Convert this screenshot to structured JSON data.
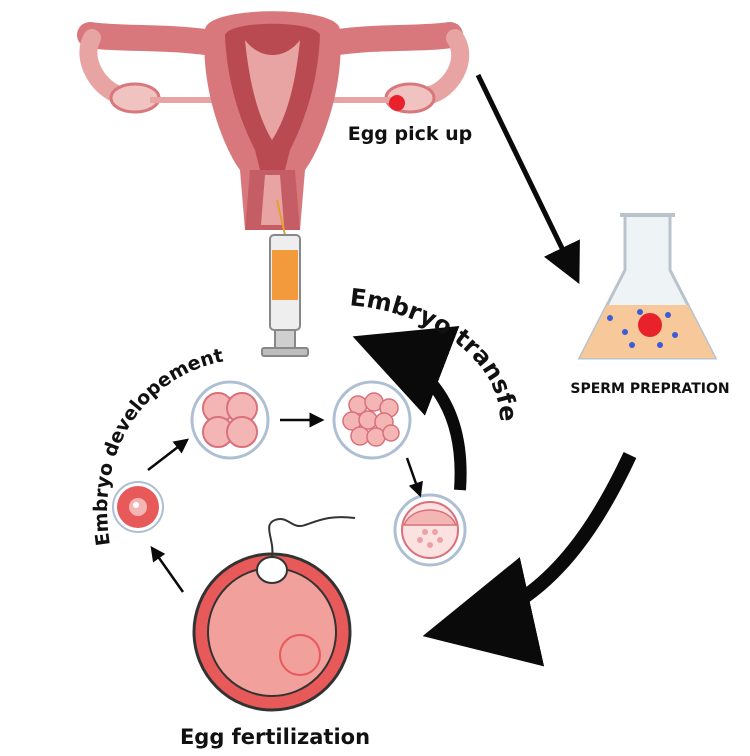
{
  "labels": {
    "egg_pick_up": "Egg pick up",
    "sperm_preparation": "SPERM PREPRATION",
    "embryo_transfer": "Embryo transfer",
    "embryo_development": "Embryo developement",
    "egg_fertilization": "Egg fertilization"
  },
  "colors": {
    "uterus_light": "#e8a3a3",
    "uterus_mid": "#d8787c",
    "uterus_dark": "#b94a52",
    "cell_pink": "#f4b6b4",
    "cell_stroke": "#d9707a",
    "egg_red": "#e85a5a",
    "membrane": "#aebfd3",
    "flask_liquid": "#f7c89a",
    "sperm_blue": "#3b5bd9",
    "accent_red": "#e8212b",
    "arrow": "#0a0a0a"
  },
  "icons": {
    "uterus": "uterus-icon",
    "syringe": "syringe-icon",
    "flask": "flask-icon",
    "egg": "egg-cell-icon",
    "embryo": "embryo-icon"
  }
}
